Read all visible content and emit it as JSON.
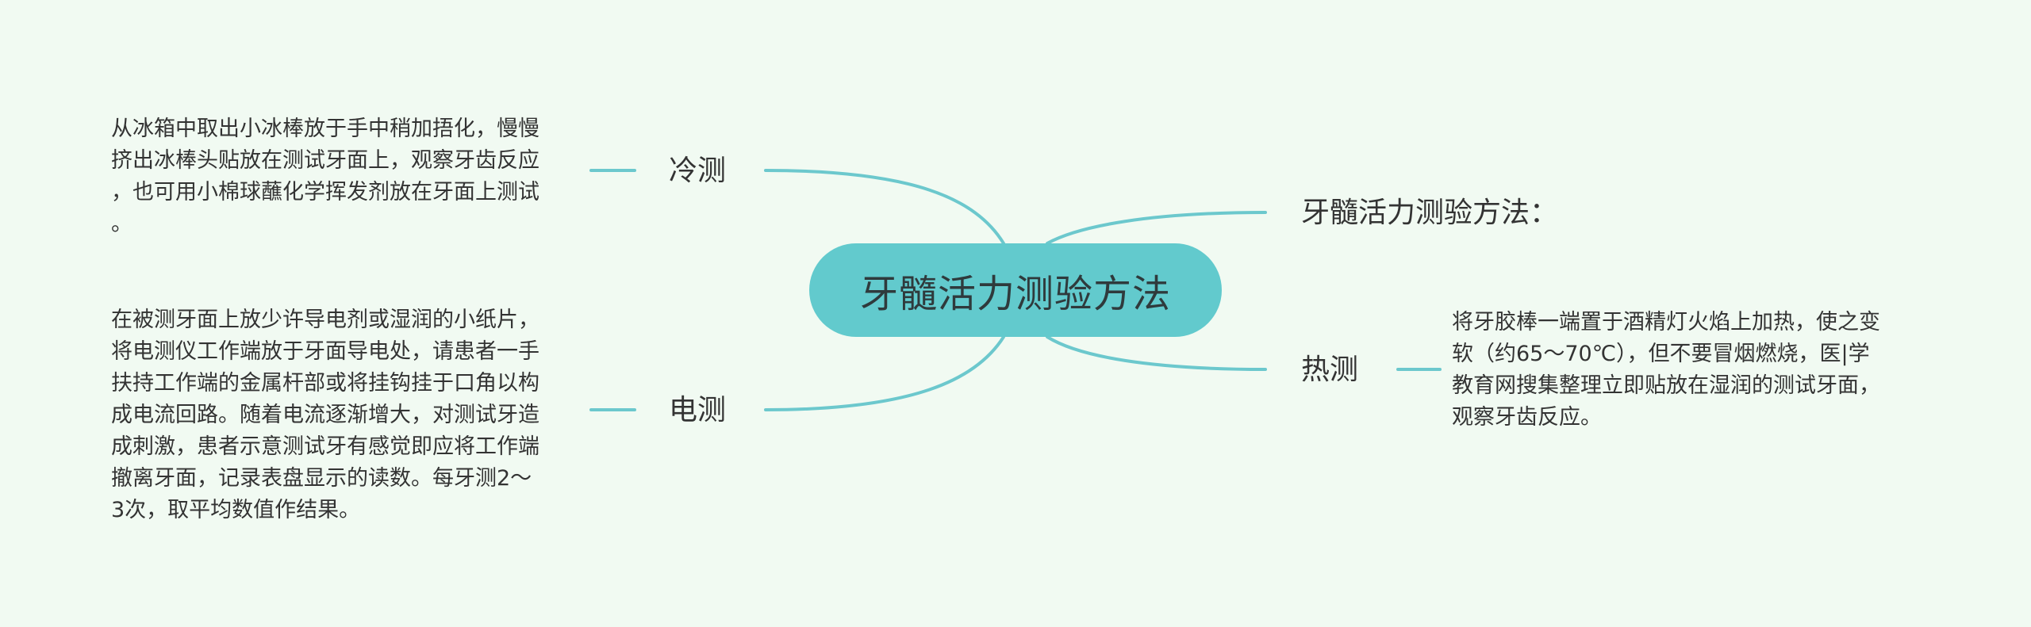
{
  "root": {
    "label": "牙髓活力测验方法"
  },
  "branches": {
    "cold": {
      "label": "冷测",
      "detail": [
        "从冰箱中取出小冰棒放于手中稍加捂化，慢慢",
        "挤出冰棒头贴放在测试牙面上，观察牙齿反应",
        "，也可用小棉球蘸化学挥发剂放在牙面上测试",
        "。"
      ]
    },
    "electric": {
      "label": "电测",
      "detail": [
        "在被测牙面上放少许导电剂或湿润的小纸片，",
        "将电测仪工作端放于牙面导电处，请患者一手",
        "扶持工作端的金属杆部或将挂钩挂于口角以构",
        "成电流回路。随着电流逐渐增大，对测试牙造",
        "成刺激，患者示意测试牙有感觉即应将工作端",
        "撤离牙面，记录表盘显示的读数。每牙测2～",
        "3次，取平均数值作结果。"
      ]
    },
    "methods": {
      "label": "牙髓活力测验方法："
    },
    "heat": {
      "label": "热测",
      "detail": [
        "将牙胶棒一端置于酒精灯火焰上加热，使之变",
        "软（约65～70℃），但不要冒烟燃烧，医|学",
        "教育网搜集整理立即贴放在湿润的测试牙面，",
        "观察牙齿反应。"
      ]
    }
  },
  "colors": {
    "background": "#f1faf2",
    "root_fill": "#62cacd",
    "connector": "#6cc8cd",
    "text": "#333333"
  }
}
